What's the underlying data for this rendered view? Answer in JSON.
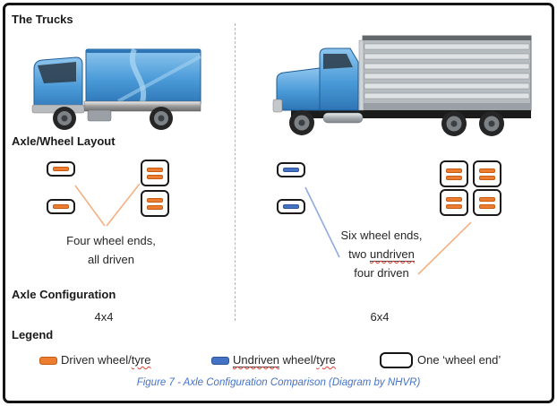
{
  "headings": {
    "trucks": "The Trucks",
    "axle_wheel_layout": "Axle/Wheel Layout",
    "axle_configuration": "Axle Configuration",
    "legend": "Legend"
  },
  "left_panel": {
    "truck": "cab-over rigid truck with blue box body, two axles",
    "axle_configuration": "4x4",
    "annotation": {
      "line1": "Four wheel ends,",
      "line2": "all driven"
    },
    "wheel_layout": {
      "front_axle": [
        "single driven wheel end",
        "single driven wheel end"
      ],
      "rear_axle": [
        "dual driven wheel end",
        "dual driven wheel end"
      ]
    }
  },
  "right_panel": {
    "truck": "bonneted truck with silver stock-crate body, three axles (tandem rear)",
    "axle_configuration": "6x4",
    "annotation": {
      "line1": "Six wheel ends,",
      "line2_prefix": "two ",
      "line2_underlined": "undriven",
      "line3": "four driven"
    },
    "wheel_layout": {
      "front_axle": [
        "single undriven wheel end",
        "single undriven wheel end"
      ],
      "rear_axles": [
        "dual driven wheel end",
        "dual driven wheel end",
        "dual driven wheel end",
        "dual driven wheel end"
      ]
    }
  },
  "legend": {
    "driven": {
      "prefix": "Driven wheel/",
      "misspelled": "tyre"
    },
    "undriven": {
      "underlined": "Undriven",
      "mid": " wheel/",
      "misspelled": "tyre"
    },
    "wheel_end": {
      "label": "One ‘wheel end’"
    }
  },
  "caption": "Figure 7 - Axle Configuration Comparison (Diagram by NHVR)",
  "colors": {
    "driven_orange": "#ED7D31",
    "driven_orange_border": "#C55A11",
    "undriven_blue": "#4472C4",
    "undriven_blue_border": "#2F5496",
    "connector_orange": "#F4B183",
    "connector_blue": "#8FAADC",
    "caption_blue": "#4472C4"
  },
  "icons": {
    "driven_wheel_swatch": "orange rounded bar",
    "undriven_wheel_swatch": "blue rounded bar",
    "wheel_end_box": "white rounded rectangle outline"
  }
}
